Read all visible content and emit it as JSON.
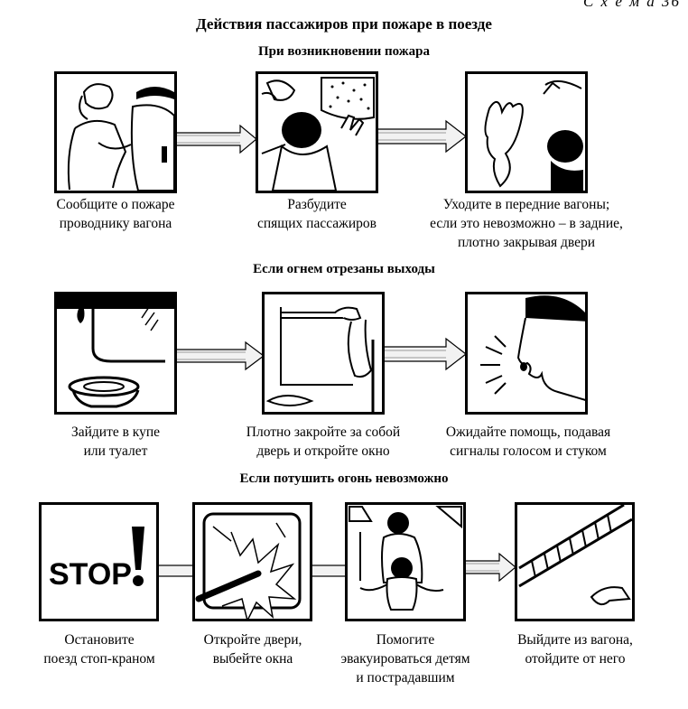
{
  "corner_label": "С х е м а  36",
  "title": "Действия пассажиров при пожаре в поезде",
  "sections": {
    "s1": {
      "heading": "При возникновении пожара",
      "steps": [
        {
          "caption": "Сообщите о пожаре\nпроводнику вагона"
        },
        {
          "caption": "Разбудите\nспящих пассажиров"
        },
        {
          "caption": "Уходите в передние вагоны;\nесли это невозможно – в задние,\nплотно закрывая двери"
        }
      ]
    },
    "s2": {
      "heading": "Если огнем отрезаны выходы",
      "steps": [
        {
          "caption": "Зайдите в купе\nили туалет"
        },
        {
          "caption": "Плотно закройте за собой\nдверь и откройте окно"
        },
        {
          "caption": "Ожидайте помощь, подавая\nсигналы голосом и стуком"
        }
      ]
    },
    "s3": {
      "heading": "Если потушить огонь невозможно",
      "steps": [
        {
          "caption": "Остановите\nпоезд стоп-краном"
        },
        {
          "caption": "Откройте двери,\nвыбейте окна"
        },
        {
          "caption": "Помогите\nэвакуироваться детям\nи пострадавшим"
        },
        {
          "caption": "Выйдите из вагона,\nотойдите от него"
        }
      ]
    }
  },
  "stop_sign_text": "STOP"
}
